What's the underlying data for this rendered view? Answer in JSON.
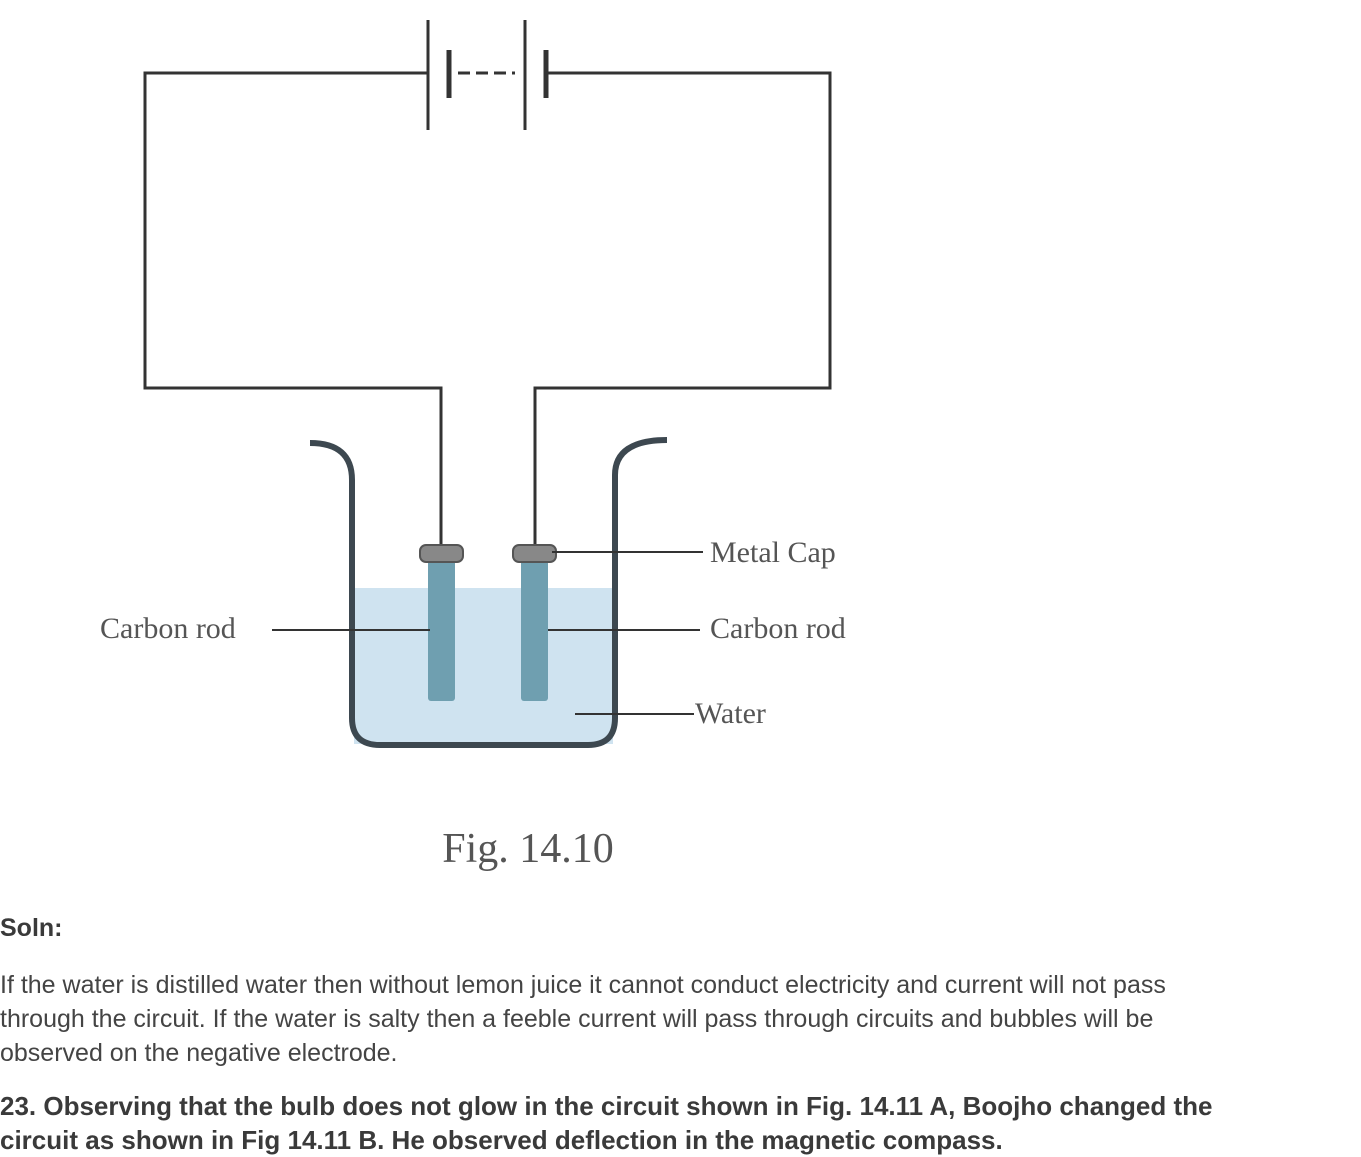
{
  "figure": {
    "labels": {
      "metal_cap": "Metal Cap",
      "carbon_rod_right": "Carbon rod",
      "carbon_rod_left": "Carbon rod",
      "water": "Water"
    },
    "caption": "Fig. 14.10",
    "colors": {
      "water": "#cfe3f0",
      "rod": "#6f9fb0",
      "wire": "#333333"
    }
  },
  "solution": {
    "heading": "Soln:",
    "lines": [
      "If the water is distilled water then without lemon juice it cannot conduct electricity and current will not pass",
      "through the circuit. If the water is salty then a feeble current will pass through circuits and bubbles will be",
      "observed on the negative electrode."
    ]
  },
  "question": {
    "lines": [
      "23. Observing that the bulb does not glow in the circuit shown in Fig. 14.11 A, Boojho changed the",
      "circuit as shown in Fig 14.11 B. He observed deflection in the magnetic compass."
    ]
  }
}
